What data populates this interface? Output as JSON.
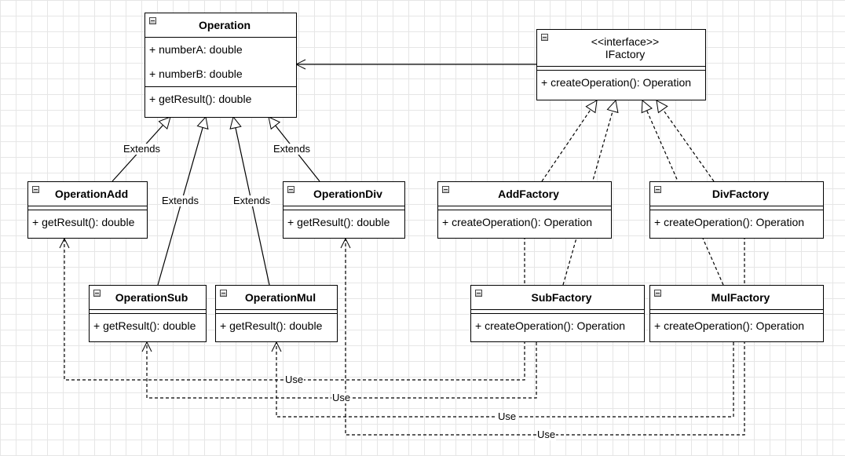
{
  "classes": {
    "operation": {
      "name": "Operation",
      "attributes": [
        "+ numberA: double",
        "+ numberB: double"
      ],
      "methods": [
        "+ getResult(): double"
      ]
    },
    "ifactory": {
      "stereotype": "<<interface>>",
      "name": "IFactory",
      "methods": [
        "+ createOperation(): Operation"
      ]
    },
    "operation_add": {
      "name": "OperationAdd",
      "methods": [
        "+ getResult(): double"
      ]
    },
    "operation_div": {
      "name": "OperationDiv",
      "methods": [
        "+ getResult(): double"
      ]
    },
    "operation_sub": {
      "name": "OperationSub",
      "methods": [
        "+ getResult(): double"
      ]
    },
    "operation_mul": {
      "name": "OperationMul",
      "methods": [
        "+ getResult(): double"
      ]
    },
    "add_factory": {
      "name": "AddFactory",
      "methods": [
        "+ createOperation(): Operation"
      ]
    },
    "div_factory": {
      "name": "DivFactory",
      "methods": [
        "+ createOperation(): Operation"
      ]
    },
    "sub_factory": {
      "name": "SubFactory",
      "methods": [
        "+ createOperation(): Operation"
      ]
    },
    "mul_factory": {
      "name": "MulFactory",
      "methods": [
        "+ createOperation(): Operation"
      ]
    }
  },
  "relations": {
    "extends_label": "Extends",
    "use_label": "Use"
  },
  "colors": {
    "line": "#000000",
    "grid": "#e6e6e6",
    "box_fill": "#ffffff"
  }
}
